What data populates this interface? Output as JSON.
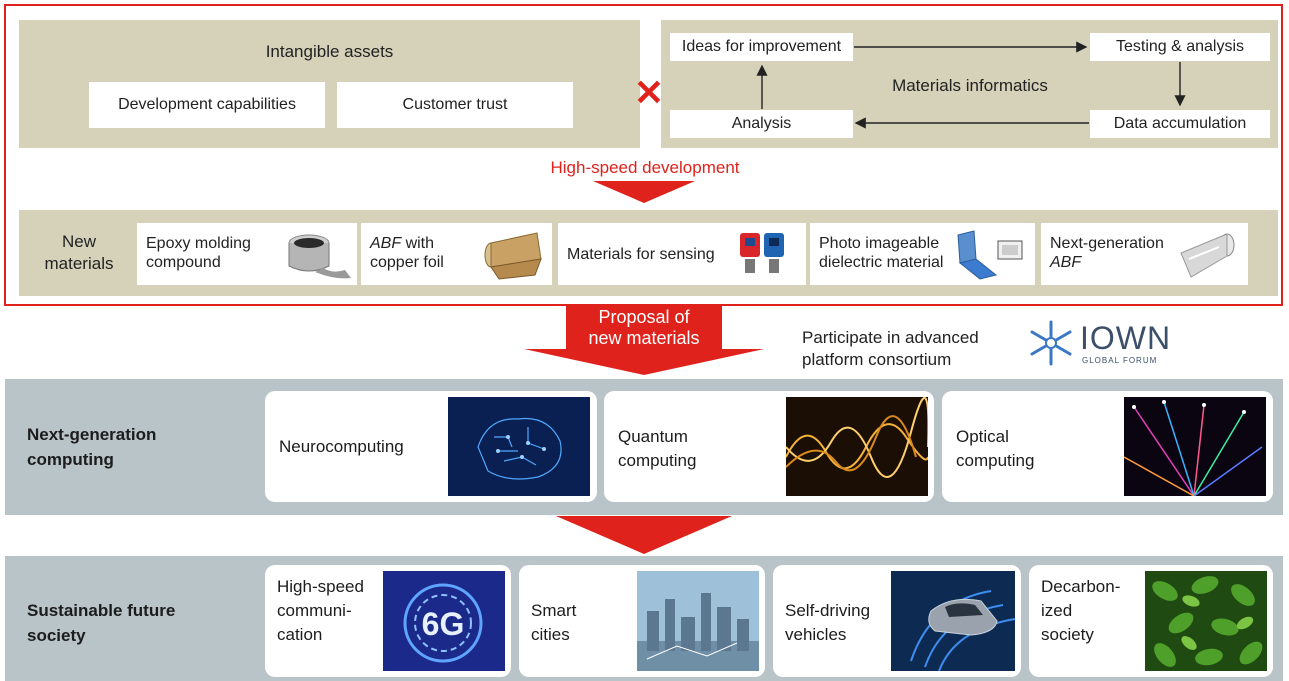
{
  "top": {
    "intangible_title": "Intangible assets",
    "intangible_items": [
      "Development capabilities",
      "Customer trust"
    ],
    "cross_symbol": "✕",
    "mi": {
      "title": "Materials informatics",
      "ideas": "Ideas for improvement",
      "testing": "Testing & analysis",
      "data": "Data accumulation",
      "analysis": "Analysis"
    },
    "high_speed": "High-speed development"
  },
  "new_materials": {
    "label": "New\nmaterials",
    "items": [
      {
        "text": "Epoxy molding\ncompound",
        "icon": "paint-can-icon"
      },
      {
        "text_italic": "ABF",
        "text": " with\ncopper foil",
        "icon": "copper-foil-icon"
      },
      {
        "text": "Materials for sensing",
        "icon": "sensor-chip-icon"
      },
      {
        "text": "Photo imageable\ndielectric material",
        "icon": "film-icon"
      },
      {
        "text": "Next-generation\n",
        "text_italic_end": "ABF",
        "icon": "film-roll-icon"
      }
    ]
  },
  "proposal": {
    "arrow_text": "Proposal of\nnew materials",
    "participate": "Participate in advanced\nplatform consortium",
    "logo_main": "IOWN",
    "logo_sub": "GLOBAL FORUM"
  },
  "next_gen": {
    "label": "Next-generation\ncomputing",
    "cards": [
      {
        "label": "Neurocomputing",
        "image": "circuit-brain-image"
      },
      {
        "label": "Quantum\ncomputing",
        "image": "wave-image"
      },
      {
        "label": "Optical\ncomputing",
        "image": "fiber-optics-image"
      }
    ]
  },
  "sustainable": {
    "label": "Sustainable future\nsociety",
    "cards": [
      {
        "label": "High-speed\ncommuni-\ncation",
        "image": "6g-image",
        "image_text": "6G"
      },
      {
        "label": "Smart\ncities",
        "image": "city-image"
      },
      {
        "label": "Self-driving\nvehicles",
        "image": "car-image"
      },
      {
        "label": "Decarbon-\nized\nsociety",
        "image": "leaves-image"
      }
    ]
  },
  "colors": {
    "accent_red": "#e0221c",
    "tan": "#d6d2ba",
    "band": "#b9c4c9"
  }
}
